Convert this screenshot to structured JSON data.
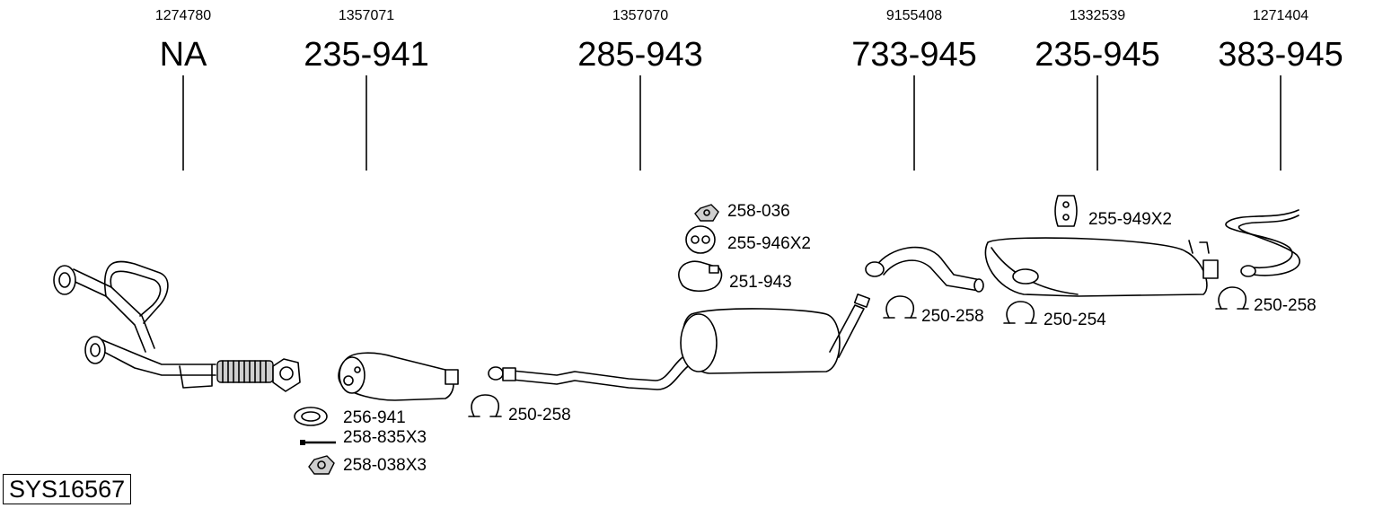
{
  "system_code": "SYS16567",
  "columns": [
    {
      "oem": "1274780",
      "part": "NA"
    },
    {
      "oem": "1357071",
      "part": "235-941"
    },
    {
      "oem": "1357070",
      "part": "285-943"
    },
    {
      "oem": "9155408",
      "part": "733-945"
    },
    {
      "oem": "1332539",
      "part": "235-945"
    },
    {
      "oem": "1271404",
      "part": "383-945"
    }
  ],
  "accessories": {
    "gasket": "256-941",
    "bolt": "258-835X3",
    "nut_a": "258-038X3",
    "clamp_a": "250-258",
    "nut_b": "258-036",
    "hanger_a": "255-946X2",
    "band_clamp": "251-943",
    "clamp_b": "250-258",
    "clamp_c": "250-254",
    "hanger_b": "255-949X2",
    "clamp_d": "250-258"
  }
}
